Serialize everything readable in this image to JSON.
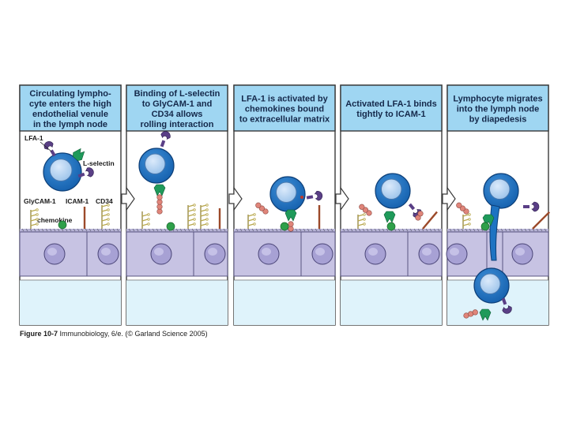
{
  "panels": [
    {
      "title_lines": [
        "Circulating lympho-",
        "cyte enters the high",
        "endothelial venule",
        "in the lymph node"
      ]
    },
    {
      "title_lines": [
        "Binding of L-selectin",
        "to GlyCAM-1 and",
        "CD34 allows",
        "rolling interaction"
      ]
    },
    {
      "title_lines": [
        "LFA-1 is activated by",
        "chemokines bound",
        "to extracellular matrix"
      ]
    },
    {
      "title_lines": [
        "Activated LFA-1 binds",
        "tightly to ICAM-1"
      ]
    },
    {
      "title_lines": [
        "Lymphocyte migrates",
        "into the lymph node",
        "by diapedesis"
      ]
    }
  ],
  "labels": {
    "lfa1": "LFA-1",
    "lselectin": "L-selectin",
    "glycam1": "GlyCAM-1",
    "icam1": "ICAM-1",
    "cd34": "CD34",
    "chemokine": "chemokine"
  },
  "caption": {
    "figure": "Figure 10-7",
    "text": "Immunobiology, 6/e. (© Garland Science 2005)"
  },
  "colors": {
    "title_box": "#9fd6f2",
    "panel_border": "#3a3a3a",
    "lumen": "#dff3fb",
    "endothelium": "#c7c3e3",
    "lymphocyte": "#1e73c2",
    "nucleus": "#a9cdef",
    "lfa1": "#5a3f86",
    "lselectin": "#1f9a5a",
    "icam1": "#e0857a",
    "cd34_glycam": "#b9a94f",
    "chemokine": "#2fa04a"
  }
}
